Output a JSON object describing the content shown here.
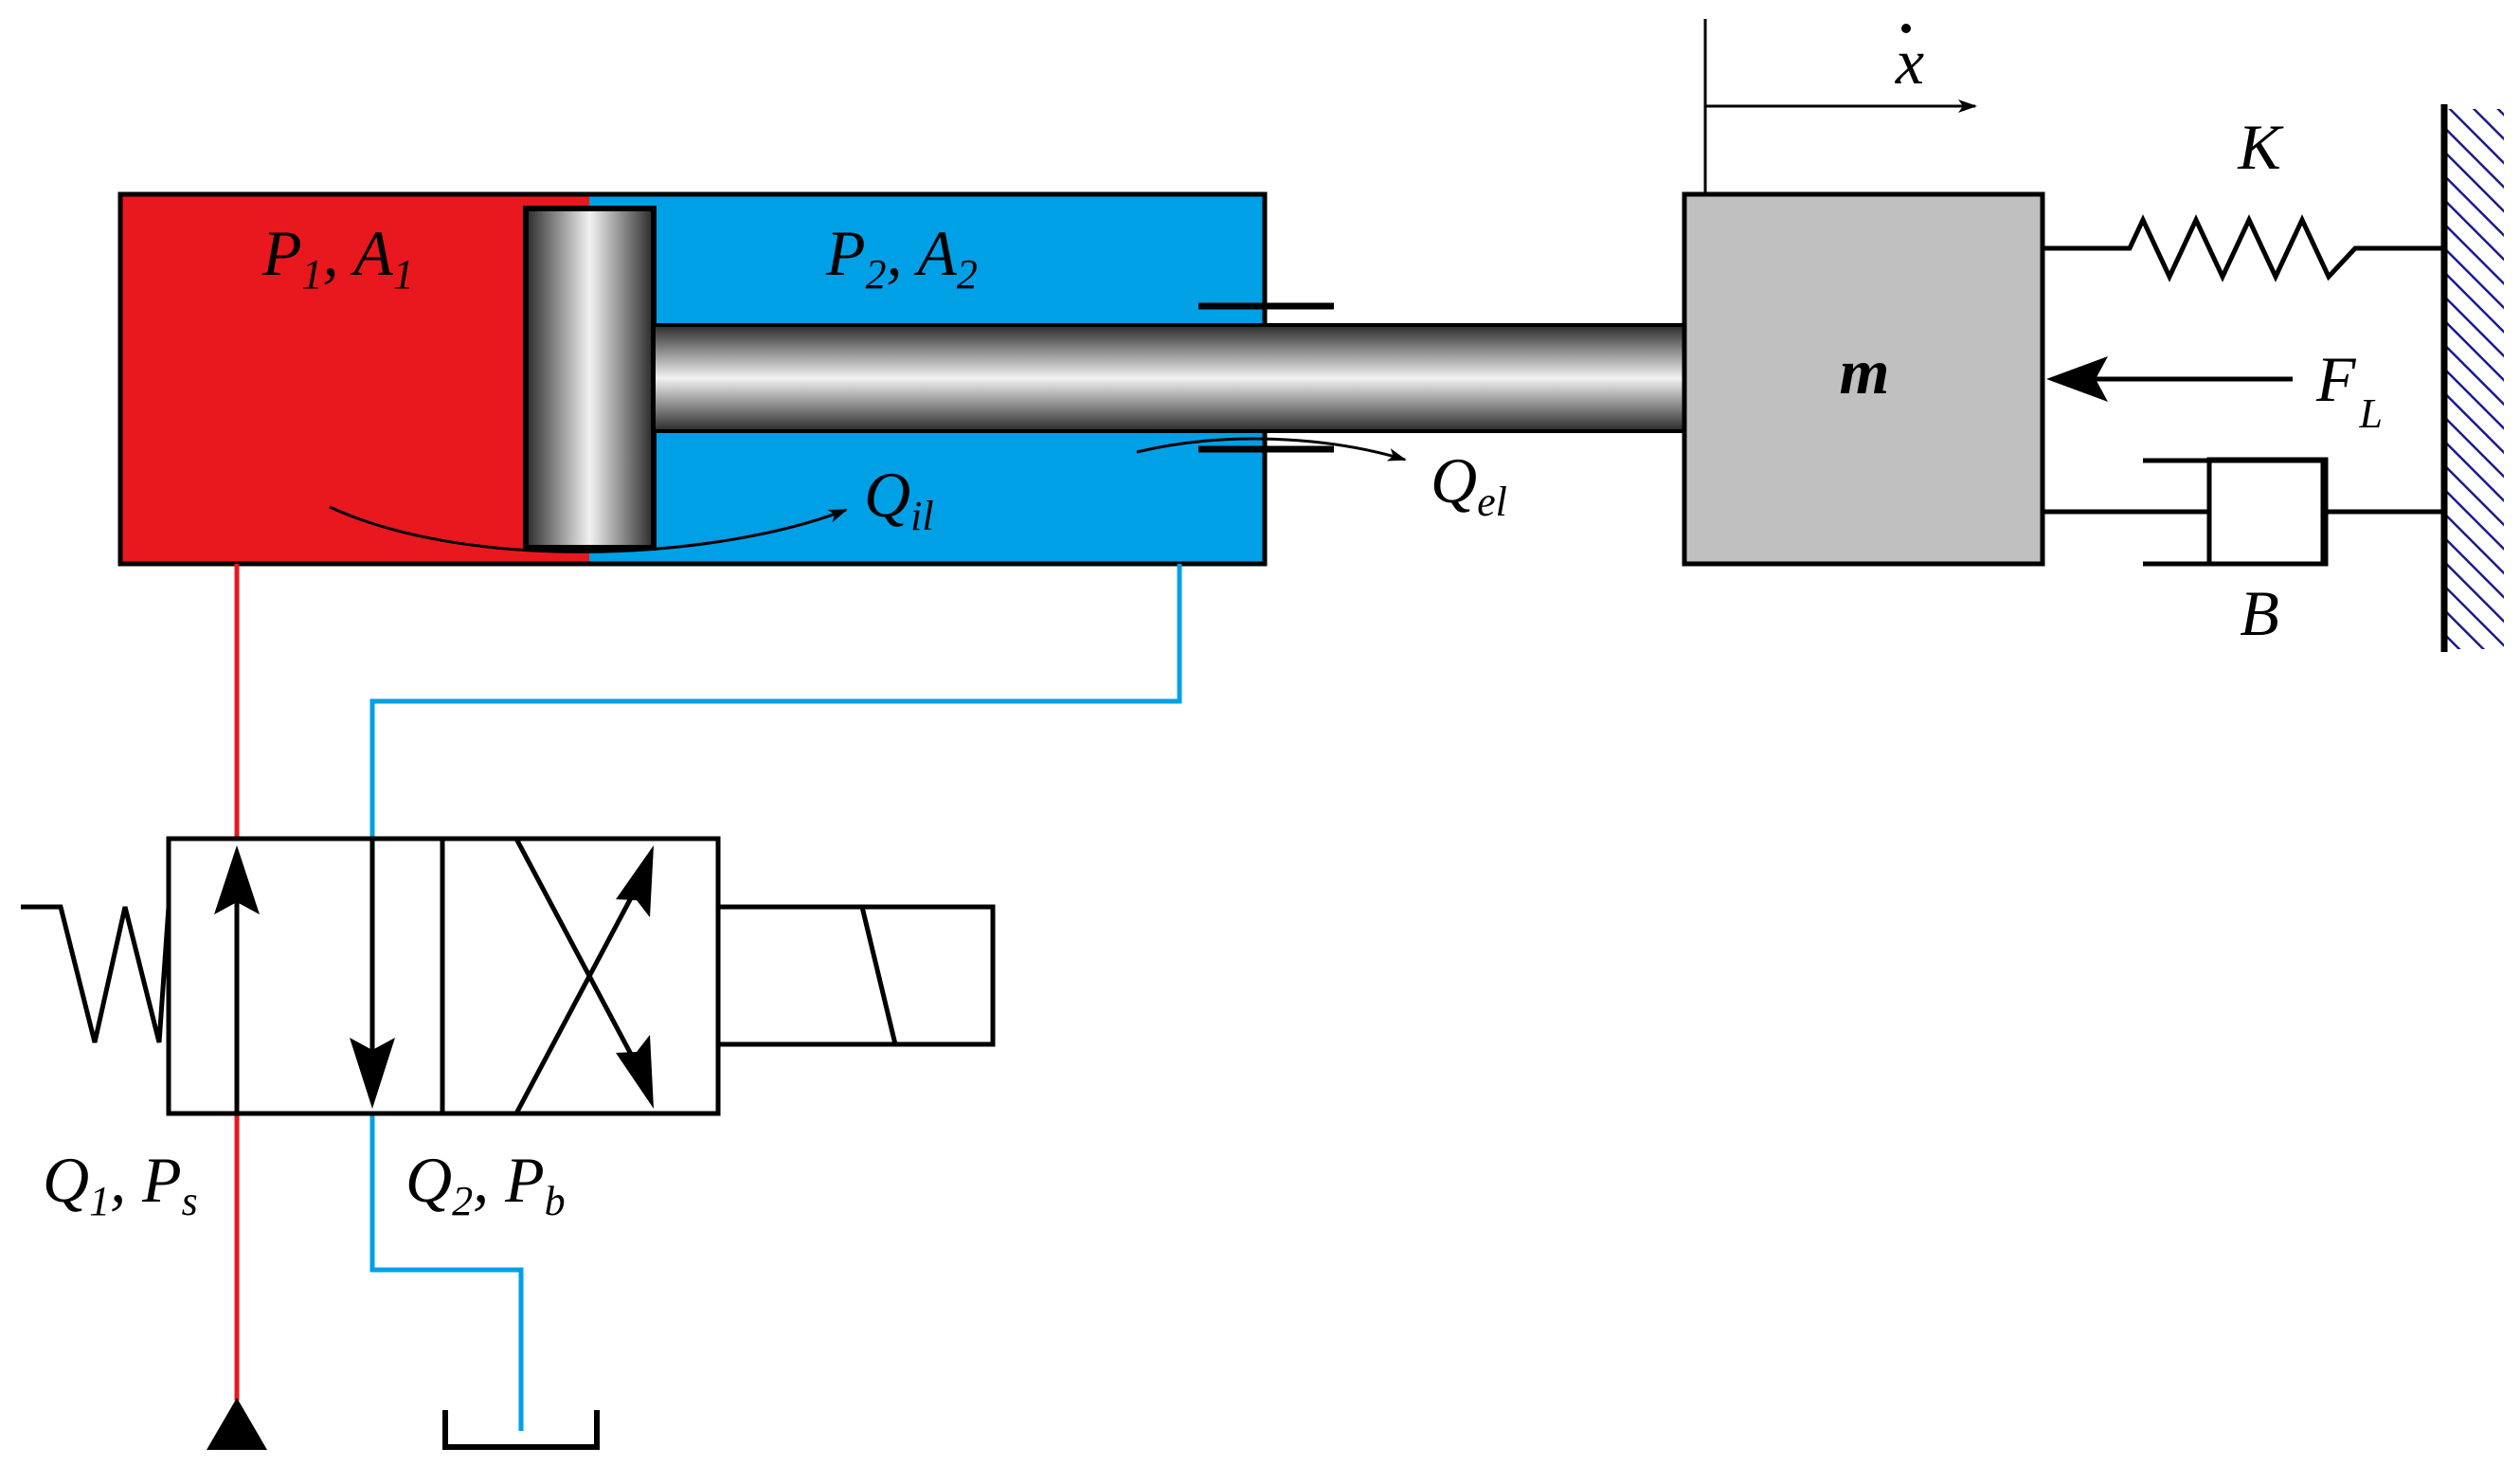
{
  "labels": {
    "p1": "P",
    "p1_sub": "1",
    "a1_sep": ", A",
    "a1_sub": "1",
    "p2": "P",
    "p2_sub": "2",
    "a2_sep": ", A",
    "a2_sub": "2",
    "qil": "Q",
    "qil_sub": "il",
    "qel": "Q",
    "qel_sub": "el",
    "velocity": "x",
    "mass": "m",
    "spring": "K",
    "damper": "B",
    "force": "F",
    "force_sub": "L",
    "q1": "Q",
    "q1_sub": "1",
    "ps_sep": ", P",
    "ps_sub": "s",
    "q2": "Q",
    "q2_sub": "2",
    "pb_sep": ", P",
    "pb_sub": "b"
  },
  "colors": {
    "high_pressure": "#e8181e",
    "low_pressure": "#00a0e6",
    "mass_fill": "#c0c0c0",
    "hatch": "#1a1a8c",
    "stroke": "#000000"
  }
}
